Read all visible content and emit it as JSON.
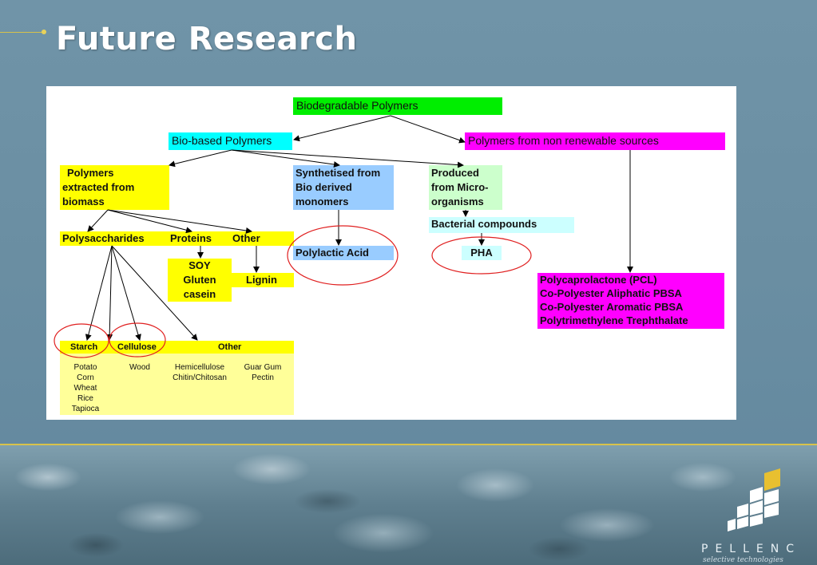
{
  "slide": {
    "title": "Future Research"
  },
  "diagram": {
    "root": "Biodegradable Polymers",
    "bio_based": "Bio-based Polymers",
    "non_renewable": "Polymers from non renewable sources",
    "extracted": [
      "Polymers",
      "extracted from",
      "biomass"
    ],
    "synthetised": [
      "Synthetised from",
      "Bio derived",
      "monomers"
    ],
    "produced": [
      "Produced",
      "from Micro-",
      "organisms"
    ],
    "bacterial": "Bacterial compounds",
    "polysaccharides": "Polysaccharides",
    "proteins": "Proteins",
    "other_top": "Other",
    "protein_items": [
      "SOY",
      "Gluten",
      "casein"
    ],
    "lignin": "Lignin",
    "polylactic": "Polylactic Acid",
    "pha": "PHA",
    "non_renewable_items": [
      "Polycaprolactone (PCL)",
      "Co-Polyester Aliphatic PBSA",
      "Co-Polyester Aromatic PBSA",
      "Polytrimethylene Trephthalate"
    ],
    "starch": "Starch",
    "cellulose": "Cellulose",
    "other_bottom": "Other",
    "starch_items": [
      "Potato",
      "Corn",
      "Wheat",
      "Rice",
      "Tapioca"
    ],
    "cellulose_items": [
      "Wood"
    ],
    "other_items_a": [
      "Hemicellulose",
      "Chitin/Chitosan"
    ],
    "other_items_b": [
      "Guar Gum",
      "Pectin"
    ]
  },
  "logo": {
    "name": "PELLENC",
    "tagline": "selective technologies"
  },
  "colors": {
    "yellow": "#ffff00",
    "green": "#00ee00",
    "cyan": "#00ffff",
    "magenta": "#ff00ff",
    "circle": "#e02020"
  }
}
